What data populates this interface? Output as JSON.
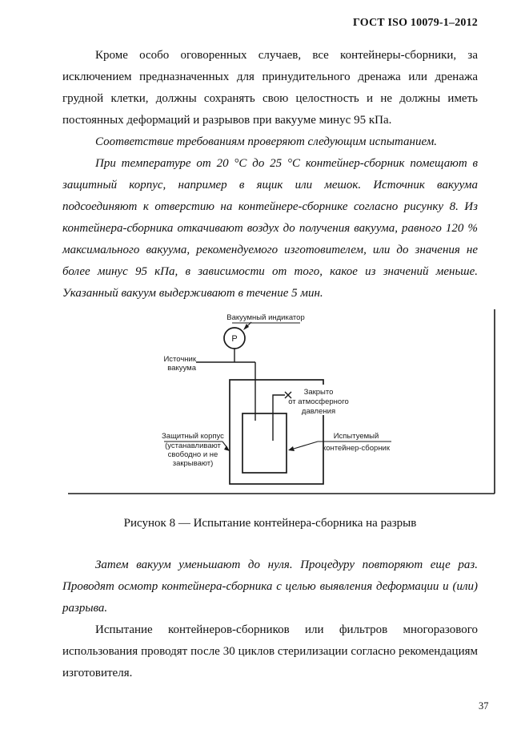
{
  "document": {
    "header": "ГОСТ ISO 10079-1–2012",
    "page_number": "37"
  },
  "body": {
    "paragraphs_before_figure": [
      {
        "style": "normal",
        "lines": [
          "Кроме особо оговоренных случаев, все контейнеры-сборники, за",
          "исключением предназначенных для принудительного дренажа или дренажа",
          "грудной клетки, должны сохранять свою целостность и не должны иметь",
          "постоянных деформаций и разрывов при вакууме минус 95 кПа."
        ]
      },
      {
        "style": "italic",
        "lines": [
          "Соответствие требованиям проверяют следующим испытанием."
        ]
      },
      {
        "style": "italic",
        "lines": [
          "При температуре от 20 °С до 25 °С контейнер-сборник помещают в",
          "защитный корпус, например в ящик или мешок. Источник вакуума",
          "подсоединяют к отверстию на контейнере-сборнике согласно рисунку 8. Из",
          "контейнера-сборника откачивают воздух до получения вакуума, равного 120 %",
          "максимального вакуума, рекомендуемого изготовителем, или до значения не",
          "более минус 95 кПа, в зависимости от того, какое из значений меньше.",
          "Указанный вакуум выдерживают в течение 5 мин."
        ]
      }
    ],
    "figure_caption": "Рисунок 8 — Испытание контейнера-сборника на разрыв",
    "paragraphs_after_figure": [
      {
        "style": "italic",
        "lines": [
          "Затем вакуум уменьшают до нуля. Процедуру повторяют еще раз.",
          "Проводят осмотр контейнера-сборника с целью выявления деформации и (или)",
          "разрыва."
        ]
      },
      {
        "style": "normal",
        "lines": [
          "Испытание контейнеров-сборников или фильтров многоразового",
          "использования проводят после 30 циклов стерилизации согласно рекомендациям",
          "изготовителя."
        ]
      }
    ]
  },
  "figure": {
    "labels": {
      "indicator": "Вакуумный индикатор",
      "gauge_letter": "P",
      "source_l1": "Источник",
      "source_l2": "вакуума",
      "closed_l1": "Закрыто",
      "closed_l2": "от атмосферного",
      "closed_l3": "давления",
      "case_l1": "Защитный корпус",
      "case_l2": "(устанавливают",
      "case_l3": "свободно и не",
      "case_l4": "закрывают)",
      "test_l1": "Испытуемый",
      "test_l2": "контейнер-сборник"
    }
  }
}
